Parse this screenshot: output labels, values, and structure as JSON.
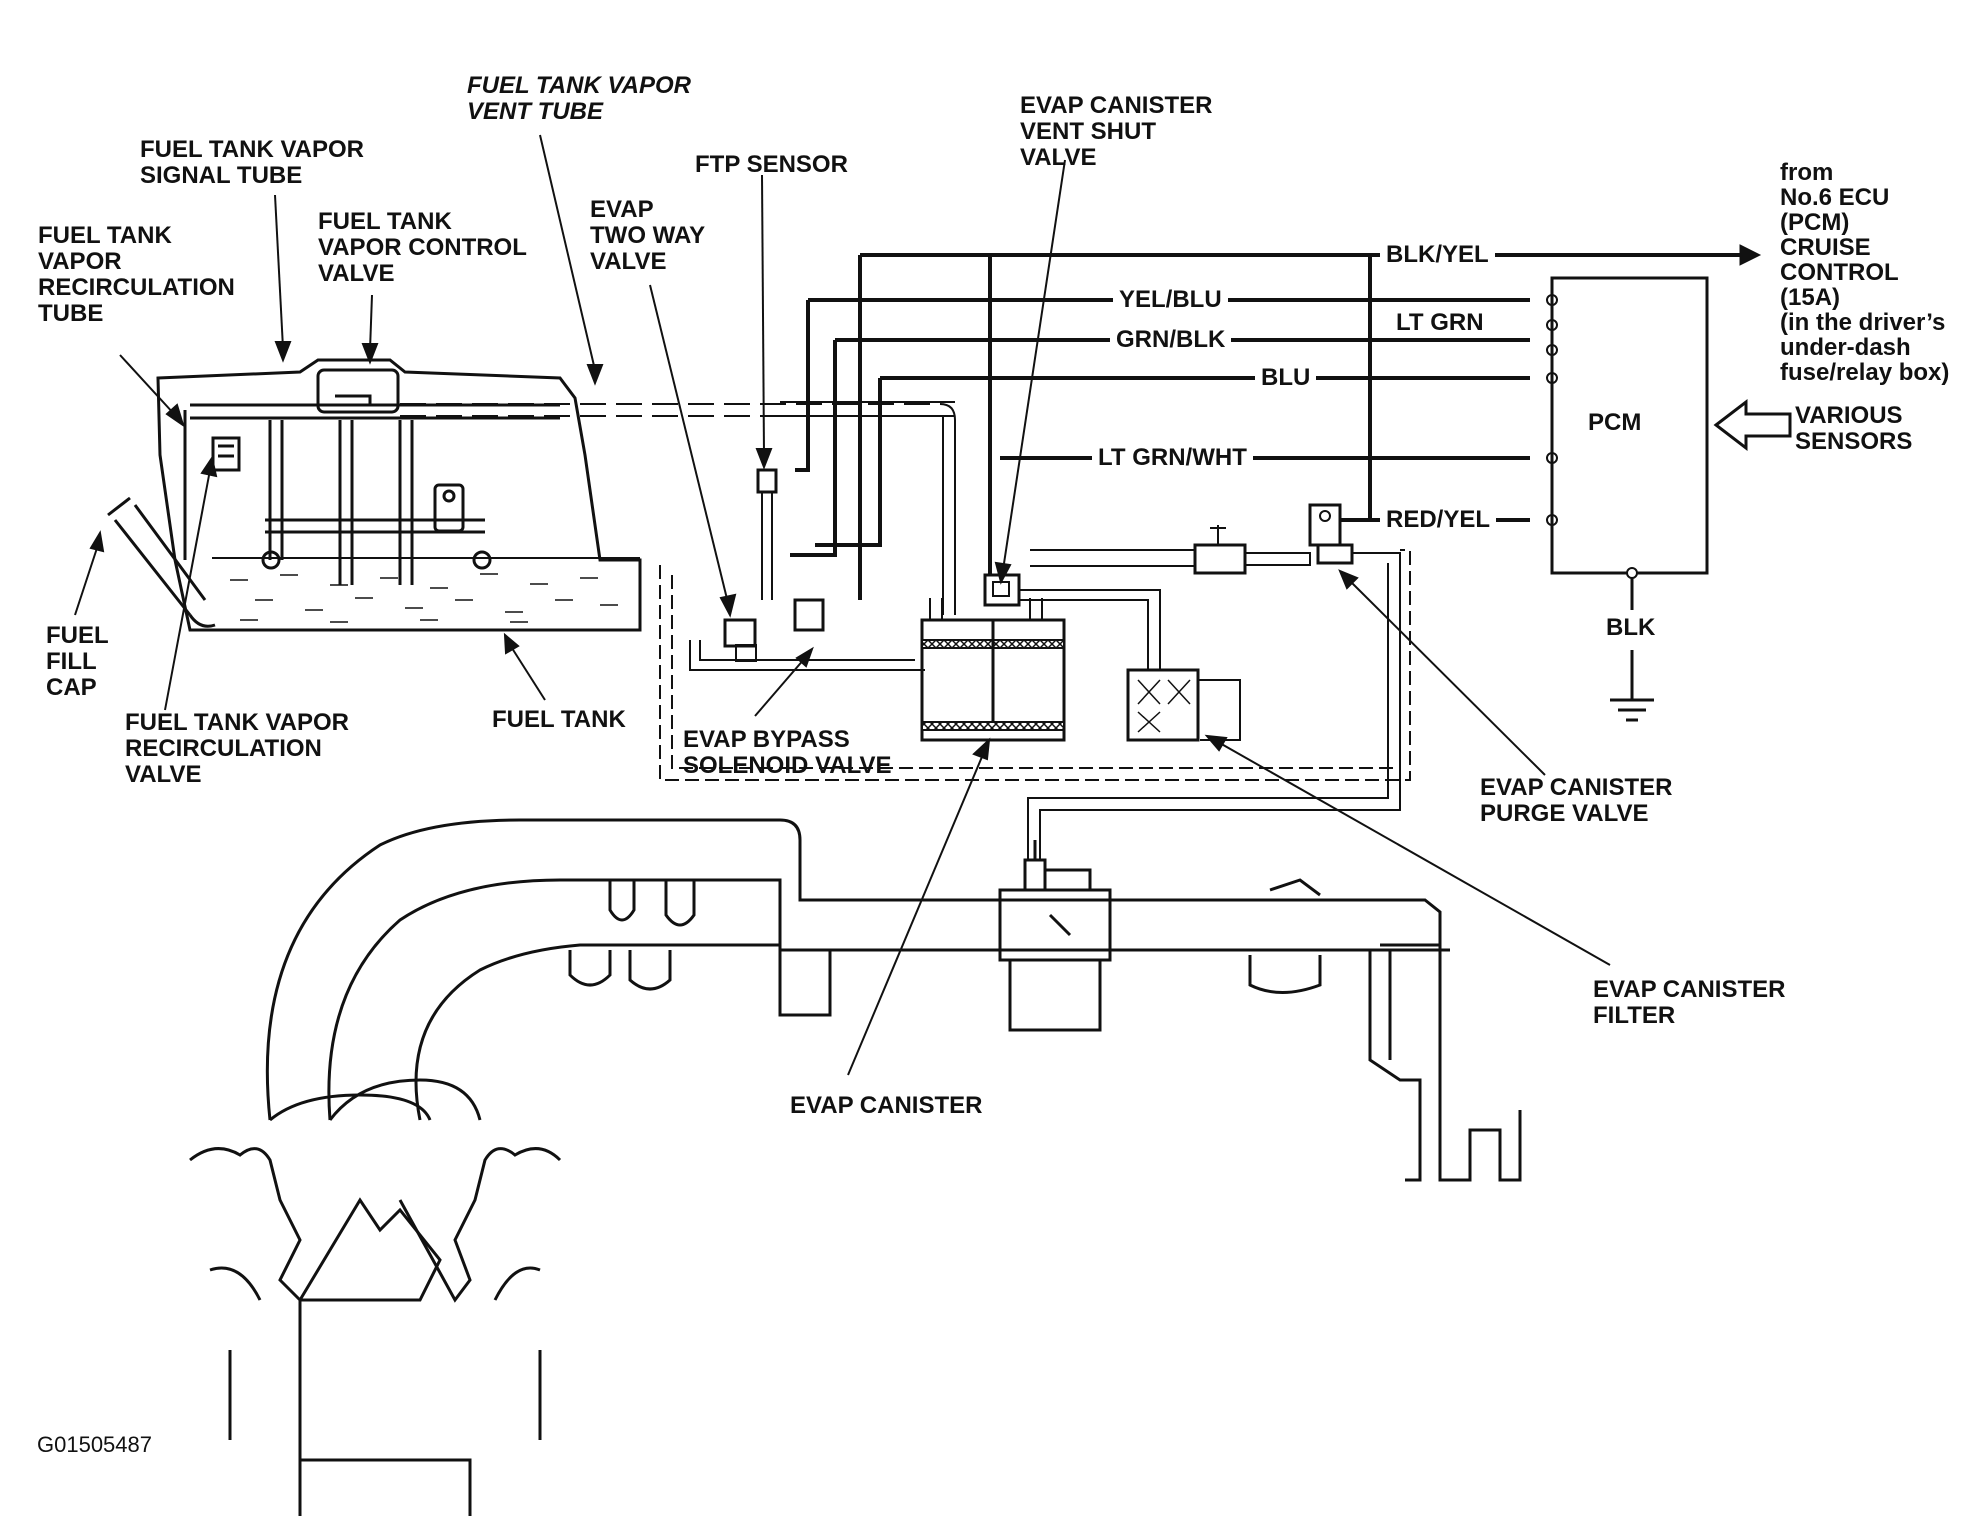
{
  "labels": {
    "vent_tube": "FUEL TANK VAPOR\nVENT TUBE",
    "signal_tube": "FUEL TANK VAPOR\nSIGNAL TUBE",
    "control_valve": "FUEL TANK\nVAPOR CONTROL\nVALVE",
    "recirc_tube": "FUEL TANK\nVAPOR\nRECIRCULATION\nTUBE",
    "fill_cap": "FUEL\nFILL\nCAP",
    "recirc_valve": "FUEL TANK VAPOR\nRECIRCULATION\nVALVE",
    "fuel_tank": "FUEL TANK",
    "ftp_sensor": "FTP SENSOR",
    "two_way_valve": "EVAP\nTWO WAY\nVALVE",
    "bypass_valve": "EVAP BYPASS\nSOLENOID VALVE",
    "vent_shut_valve": "EVAP CANISTER\nVENT SHUT\nVALVE",
    "canister": "EVAP CANISTER",
    "purge_valve": "EVAP CANISTER\nPURGE VALVE",
    "canister_filter": "EVAP CANISTER\nFILTER",
    "pcm": "PCM",
    "various_sensors": "VARIOUS\nSENSORS",
    "from_ecu": "from\nNo.6 ECU\n(PCM)\nCRUISE\nCONTROL\n(15A)\n(in the driver’s\nunder-dash\nfuse/relay box)",
    "ground": "BLK",
    "figure_id": "G01505487"
  },
  "wires": [
    {
      "id": "blk-yel",
      "label": "BLK/YEL"
    },
    {
      "id": "yel-blu",
      "label": "YEL/BLU"
    },
    {
      "id": "lt-grn",
      "label": "LT GRN"
    },
    {
      "id": "grn-blk",
      "label": "GRN/BLK"
    },
    {
      "id": "blu",
      "label": "BLU"
    },
    {
      "id": "lt-grn-wht",
      "label": "LT GRN/WHT"
    },
    {
      "id": "red-yel",
      "label": "RED/YEL"
    }
  ]
}
